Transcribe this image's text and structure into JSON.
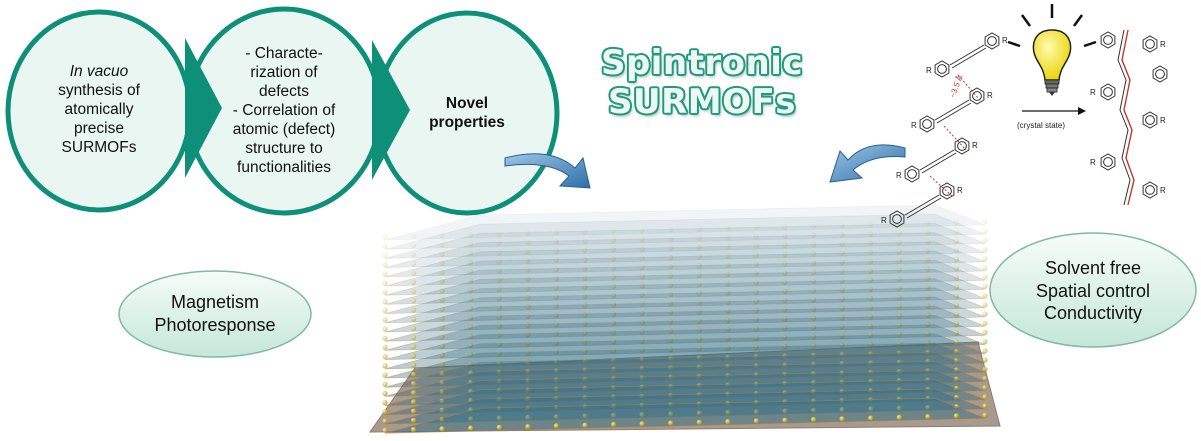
{
  "title": {
    "line1": "Spintronic",
    "line2": "SURMOFs"
  },
  "workflow": [
    {
      "lines": [
        "In vacuo",
        "synthesis of",
        "atomically",
        "precise",
        "SURMOFs"
      ]
    },
    {
      "lines": [
        "- Characte-",
        "rization of",
        "defects",
        "- Correlation of",
        "atomic (defect)",
        "structure to",
        "functionalities"
      ]
    },
    {
      "lines": [
        "Novel",
        "properties"
      ]
    }
  ],
  "left_oval": {
    "lines": [
      "Magnetism",
      "Photoresponse"
    ]
  },
  "right_oval": {
    "lines": [
      "Solvent free",
      "Spatial control",
      "Conductivity"
    ]
  },
  "reaction": {
    "condition": "(crystal state)",
    "distance": "~3.5 Å",
    "substituent": "R"
  },
  "colors": {
    "teal": "#0e8f78",
    "circle_fill": "#eaf6f1",
    "oval_fill_top": "#f4fbf8",
    "oval_fill_bottom": "#c8e9dc",
    "arrow_blue": "#3d7fb8",
    "bulb_yellow": "#f6e52a"
  },
  "icons": {
    "bulb": "lightbulb-icon",
    "arrows": "curved-arrow-icon"
  }
}
